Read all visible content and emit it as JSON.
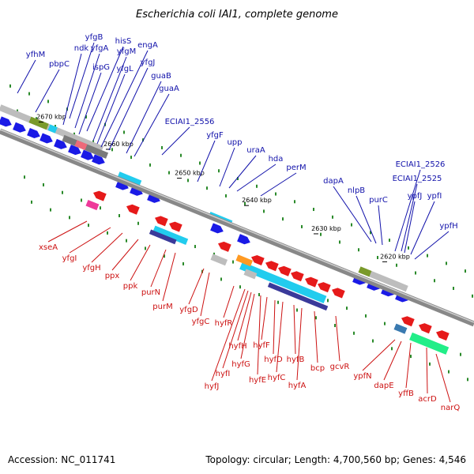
{
  "title": "Escherichia coli IAI1, complete genome",
  "footer": {
    "accession": "Accession: NC_011741",
    "summary": "Topology: circular; Length: 4,700,560 bp; Genes: 4,546"
  },
  "colors": {
    "forward_label": "#1111aa",
    "reverse_label": "#cc1111",
    "backbone": "#888888",
    "forward_gene": "#1a1ae6",
    "reverse_gene": "#e61a1a",
    "cyan_block": "#22ccee",
    "tick_dot": "#2a8a2a"
  },
  "position_ticks": [
    "2670 kbp",
    "2660 kbp",
    "2650 kbp",
    "2640 kbp",
    "2630 kbp",
    "2620 kbp"
  ],
  "forward_genes": [
    "yfhM",
    "pbpC",
    "yfgB",
    "ndk",
    "yfgA",
    "hisS",
    "ispG",
    "yfgM",
    "yfgL",
    "engA",
    "yfgJ",
    "guaB",
    "guaA",
    "ECIAI1_2556",
    "yfgF",
    "upp",
    "uraA",
    "hda",
    "perM",
    "dapA",
    "nlpB",
    "purC",
    "ECIAI1_2526",
    "ECIAI1_2525",
    "ypfJ",
    "ypfI",
    "ypfH"
  ],
  "reverse_genes": [
    "xseA",
    "yfgI",
    "yfgH",
    "ppx",
    "ppk",
    "purN",
    "purM",
    "yfgD",
    "yfgC",
    "hyfR",
    "hyfH",
    "hyfG",
    "hyfJ",
    "hyfI",
    "hyfF",
    "hyfE",
    "hyfD",
    "hyfC",
    "hyfB",
    "hyfA",
    "bcp",
    "gcvR",
    "ypfN",
    "dapE",
    "yffB",
    "acrD",
    "narQ"
  ]
}
